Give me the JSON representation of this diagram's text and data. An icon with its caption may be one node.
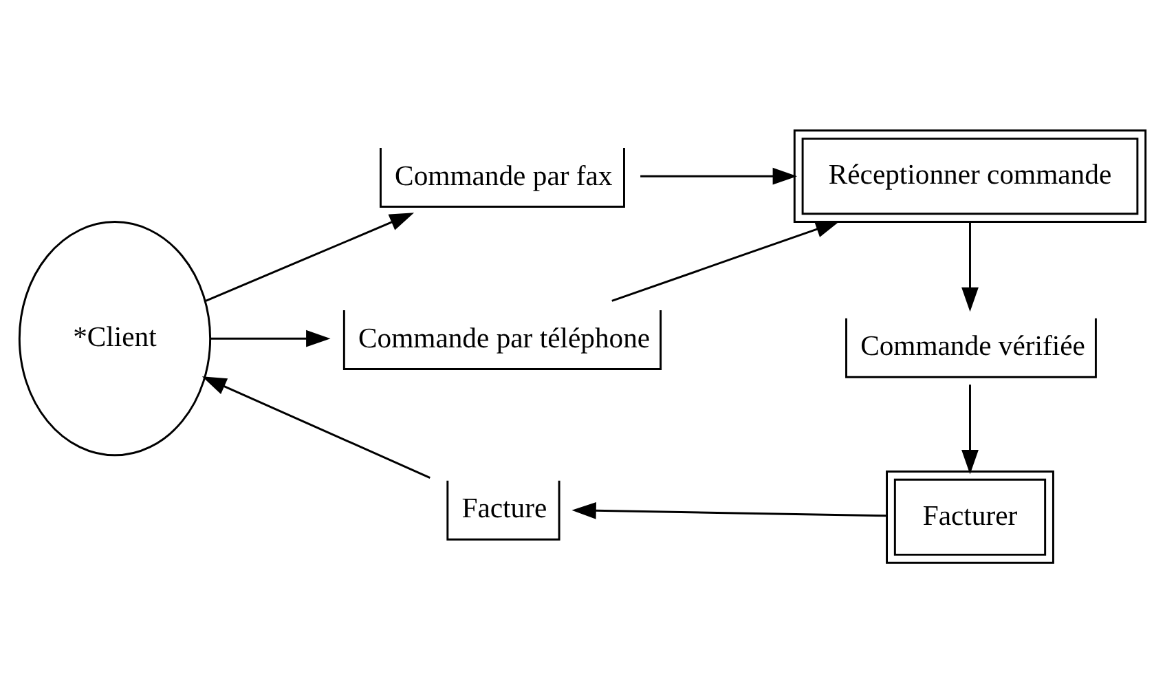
{
  "diagram": {
    "nodes": [
      {
        "text": [
          "*Client"
        ]
      },
      {
        "text": [
          "Commande par fax"
        ]
      },
      {
        "text": [
          "Réceptionner commande"
        ]
      },
      {
        "text": [
          "Commande par téléphone"
        ]
      },
      {
        "text": [
          "Commande vérifiée"
        ]
      },
      {
        "text": [
          "Facturer"
        ]
      },
      {
        "text": [
          "Facture"
        ]
      }
    ],
    "edges": [
      {
        "from": 0,
        "to": 1,
        "arrow": "to"
      },
      {
        "from": 1,
        "to": 2,
        "arrow": "to"
      },
      {
        "from": 0,
        "to": 3,
        "arrow": "to"
      },
      {
        "from": 3,
        "to": 2,
        "arrow": "to"
      },
      {
        "from": 2,
        "to": 4,
        "arrow": "to"
      },
      {
        "from": 4,
        "to": 5,
        "arrow": "to"
      },
      {
        "from": 5,
        "to": 6,
        "arrow": "to"
      },
      {
        "from": 6,
        "to": 0,
        "arrow": "to"
      }
    ]
  }
}
